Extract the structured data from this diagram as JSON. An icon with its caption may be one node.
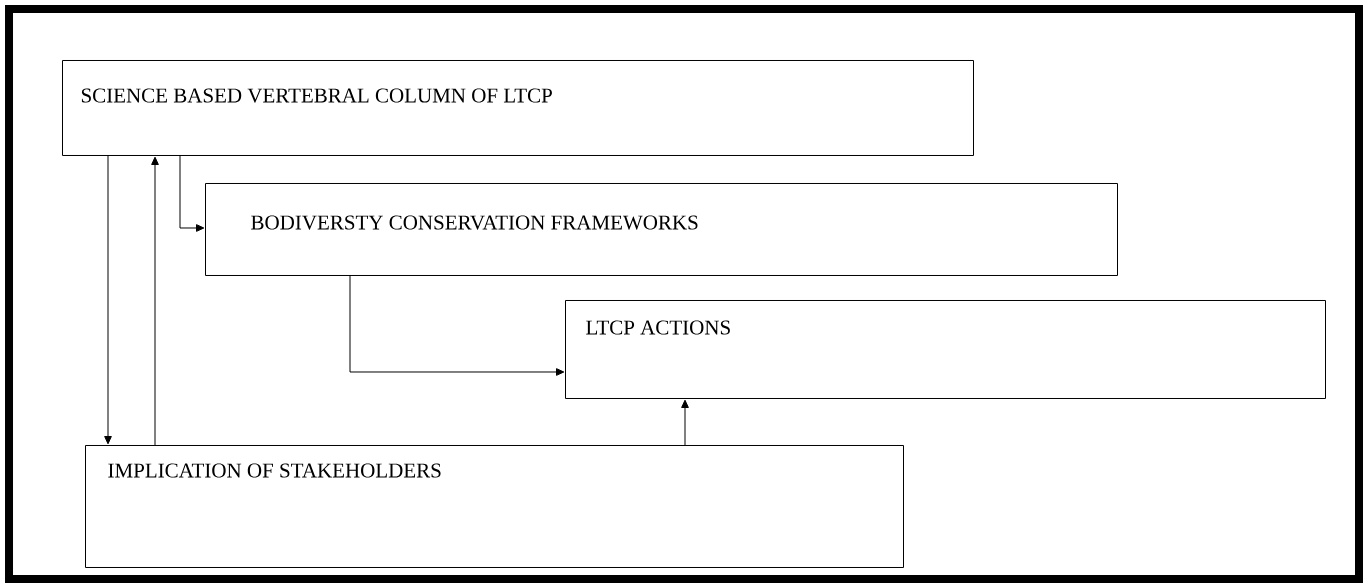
{
  "diagram": {
    "nodes": [
      {
        "text": [
          "SCIENCE BASED VERTEBRAL COLUMN OF LTCP"
        ]
      },
      {
        "text": [
          "BODIVERSTY CONSERVATION FRAMEWORKS"
        ]
      },
      {
        "text": [
          "LTCP ACTIONS"
        ]
      },
      {
        "text": [
          "IMPLICATION OF STAKEHOLDERS"
        ]
      }
    ],
    "edges": [
      {
        "from": 0,
        "to": 3,
        "arrow": "to"
      },
      {
        "from": 3,
        "to": 0,
        "arrow": "to"
      },
      {
        "from": 0,
        "to": 1,
        "arrow": "to"
      },
      {
        "from": 1,
        "to": 2,
        "arrow": "to"
      },
      {
        "from": 3,
        "to": 2,
        "arrow": "to"
      }
    ]
  }
}
